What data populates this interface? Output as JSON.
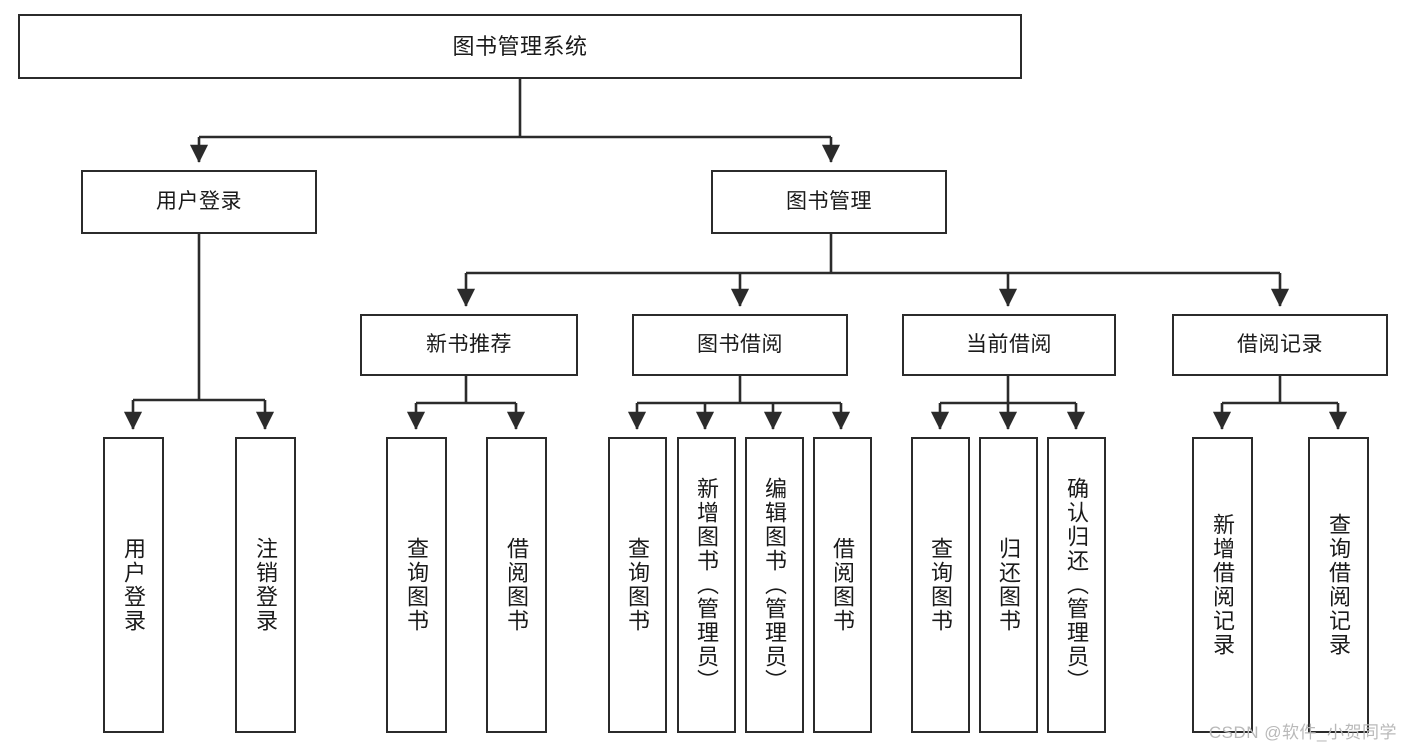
{
  "diagram": {
    "title": "图书管理系统",
    "type": "tree",
    "watermark": "CSDN @软件_小贺同学",
    "colors": {
      "box_border": "#2b2b2b",
      "box_fill": "#ffffff",
      "line": "#2b2b2b",
      "text": "#1a1a1a",
      "watermark": "#b9b9b9",
      "canvas": "#ffffff"
    },
    "nodes": {
      "root": {
        "label": "图书管理系统"
      },
      "level2": [
        {
          "id": "user-login",
          "label": "用户登录"
        },
        {
          "id": "book-manage",
          "label": "图书管理"
        }
      ],
      "level3": [
        {
          "id": "new-book-recommend",
          "label": "新书推荐"
        },
        {
          "id": "book-borrow",
          "label": "图书借阅"
        },
        {
          "id": "current-borrow",
          "label": "当前借阅"
        },
        {
          "id": "borrow-record",
          "label": "借阅记录"
        }
      ],
      "leaves": {
        "user-login": [
          {
            "id": "leaf-user-login",
            "label": "用户登录"
          },
          {
            "id": "leaf-logout-login",
            "label": "注销登录"
          }
        ],
        "new-book-recommend": [
          {
            "id": "leaf-query-book-1",
            "label": "查询图书"
          },
          {
            "id": "leaf-borrow-book-1",
            "label": "借阅图书"
          }
        ],
        "book-borrow": [
          {
            "id": "leaf-query-book-2",
            "label": "查询图书"
          },
          {
            "id": "leaf-add-book",
            "label": "新增图书（管理员）"
          },
          {
            "id": "leaf-edit-book",
            "label": "编辑图书（管理员）"
          },
          {
            "id": "leaf-borrow-book-2",
            "label": "借阅图书"
          }
        ],
        "current-borrow": [
          {
            "id": "leaf-query-book-3",
            "label": "查询图书"
          },
          {
            "id": "leaf-return-book",
            "label": "归还图书"
          },
          {
            "id": "leaf-confirm-return",
            "label": "确认归还（管理员）"
          }
        ],
        "borrow-record": [
          {
            "id": "leaf-add-record",
            "label": "新增借阅记录"
          },
          {
            "id": "leaf-query-record",
            "label": "查询借阅记录"
          }
        ]
      }
    }
  }
}
